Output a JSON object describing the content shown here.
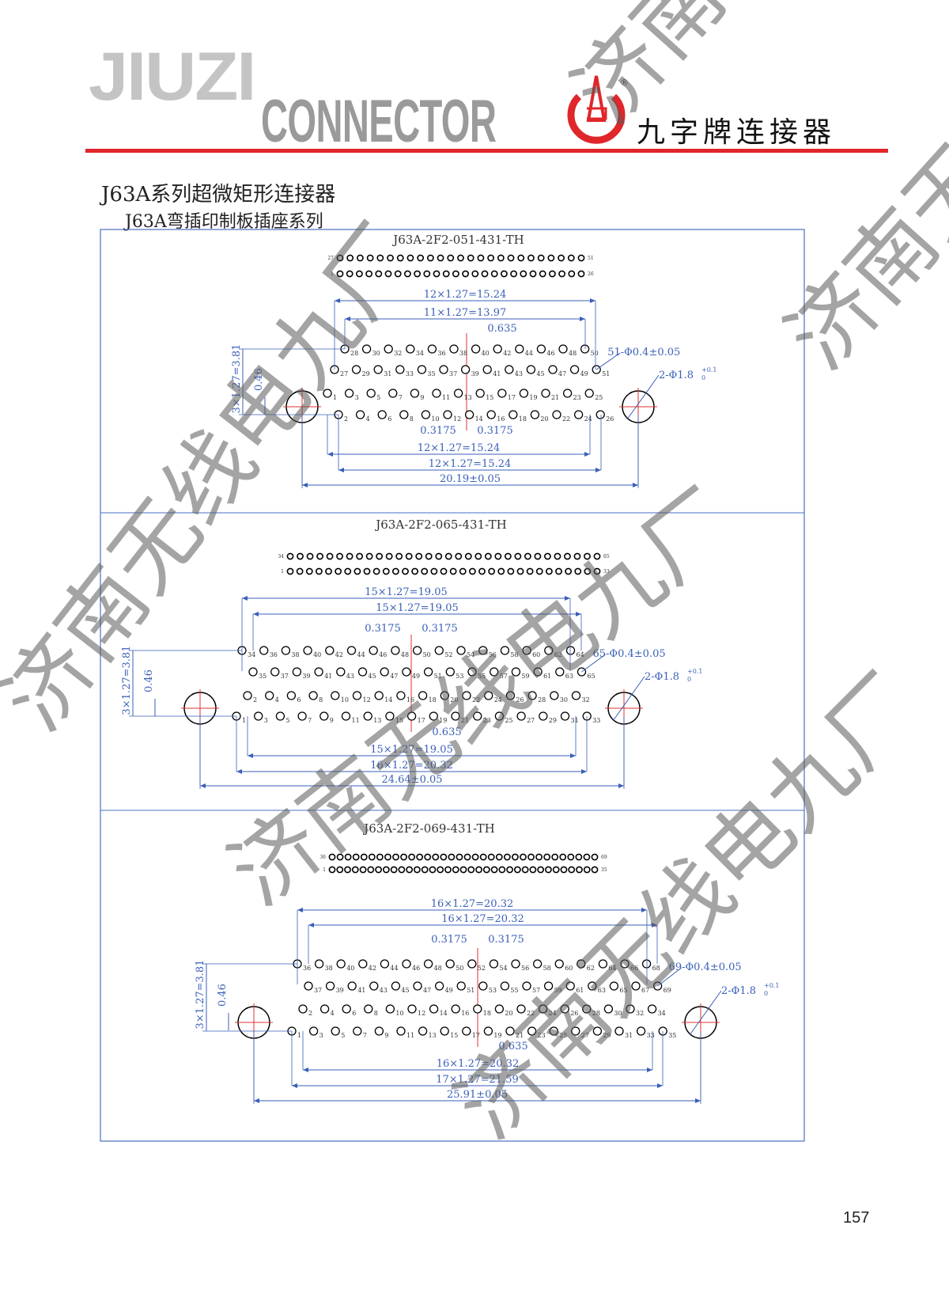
{
  "header": {
    "logo_en_1": "JIUZI",
    "logo_en_2": "CONNECTOR",
    "logo_cn": "九字牌连接器",
    "registered": "®"
  },
  "page": {
    "title": "J63A系列超微矩形连接器",
    "subtitle": "J63A弯插印制板插座系列",
    "page_number": "157",
    "watermark": "济南无线电九厂"
  },
  "colors": {
    "brand_red": "#e0262a",
    "dimension_blue": "#3a5fb8",
    "frame_blue": "#4a6fc0",
    "center_red": "#e03030"
  },
  "diagrams": [
    {
      "title": "J63A-2F2-051-431-TH",
      "strip_labels": [
        "27",
        "51",
        "1",
        "26"
      ],
      "strip_counts": [
        25,
        26
      ],
      "rows": [
        [
          "28",
          "30",
          "32",
          "34",
          "36",
          "38",
          "40",
          "42",
          "44",
          "46",
          "48",
          "50"
        ],
        [
          "27",
          "29",
          "31",
          "33",
          "35",
          "37",
          "39",
          "41",
          "43",
          "45",
          "47",
          "49",
          "51"
        ],
        [
          "1",
          "3",
          "5",
          "7",
          "9",
          "11",
          "13",
          "15",
          "17",
          "19",
          "21",
          "23",
          "25"
        ],
        [
          "2",
          "4",
          "6",
          "8",
          "10",
          "12",
          "14",
          "16",
          "18",
          "20",
          "22",
          "24",
          "26"
        ]
      ],
      "dims": {
        "top1": "12×1.27=15.24",
        "top2": "11×1.27=13.97",
        "center_offset": "0.635",
        "pin_hole": "51-Φ0.4±0.05",
        "mount_hole": "2-Φ1.8",
        "mount_tol": "+0.1",
        "mount_tol0": "0",
        "row_span": "3×1.27=3.81",
        "row_offset": "0.46",
        "half_left": "0.3175",
        "half_right": "0.3175",
        "bot1": "12×1.27=15.24",
        "bot2": "12×1.27=15.24",
        "overall": "20.19±0.05"
      }
    },
    {
      "title": "J63A-2F2-065-431-TH",
      "strip_labels": [
        "34",
        "65",
        "1",
        "33"
      ],
      "strip_counts": [
        32,
        33
      ],
      "rows": [
        [
          "34",
          "36",
          "38",
          "40",
          "42",
          "44",
          "46",
          "48",
          "50",
          "52",
          "54",
          "56",
          "58",
          "60",
          "62",
          "64"
        ],
        [
          "35",
          "37",
          "39",
          "41",
          "43",
          "45",
          "47",
          "49",
          "51",
          "53",
          "55",
          "57",
          "59",
          "61",
          "63",
          "65"
        ],
        [
          "2",
          "4",
          "6",
          "8",
          "10",
          "12",
          "14",
          "16",
          "18",
          "20",
          "22",
          "24",
          "26",
          "28",
          "30",
          "32"
        ],
        [
          "1",
          "3",
          "5",
          "7",
          "9",
          "11",
          "13",
          "15",
          "17",
          "19",
          "21",
          "23",
          "25",
          "27",
          "29",
          "31",
          "33"
        ]
      ],
      "dims": {
        "top1": "15×1.27=19.05",
        "top2": "15×1.27=19.05",
        "half_left": "0.3175",
        "half_right": "0.3175",
        "pin_hole": "65-Φ0.4±0.05",
        "mount_hole": "2-Φ1.8",
        "mount_tol": "+0.1",
        "mount_tol0": "0",
        "row_span": "3×1.27=3.81",
        "row_offset": "0.46",
        "center_offset": "0.635",
        "bot1": "15×1.27=19.05",
        "bot2": "16×1.27=20.32",
        "overall": "24.64±0.05"
      }
    },
    {
      "title": "J63A-2F2-069-431-TH",
      "strip_labels": [
        "36",
        "69",
        "1",
        "35"
      ],
      "strip_counts": [
        34,
        35
      ],
      "rows": [
        [
          "36",
          "38",
          "40",
          "42",
          "44",
          "46",
          "48",
          "50",
          "52",
          "54",
          "56",
          "58",
          "60",
          "62",
          "64",
          "66",
          "68"
        ],
        [
          "37",
          "39",
          "41",
          "43",
          "45",
          "47",
          "49",
          "51",
          "53",
          "55",
          "57",
          "59",
          "61",
          "63",
          "65",
          "67",
          "69"
        ],
        [
          "2",
          "4",
          "6",
          "8",
          "10",
          "12",
          "14",
          "16",
          "18",
          "20",
          "22",
          "24",
          "26",
          "28",
          "30",
          "32",
          "34"
        ],
        [
          "1",
          "3",
          "5",
          "7",
          "9",
          "11",
          "13",
          "15",
          "17",
          "19",
          "21",
          "23",
          "25",
          "27",
          "29",
          "31",
          "33",
          "35"
        ]
      ],
      "dims": {
        "top1": "16×1.27=20.32",
        "top2": "16×1.27=20.32",
        "half_left": "0.3175",
        "half_right": "0.3175",
        "pin_hole": "69-Φ0.4±0.05",
        "mount_hole": "2-Φ1.8",
        "mount_tol": "+0.1",
        "mount_tol0": "0",
        "row_span": "3×1.27=3.81",
        "row_offset": "0.46",
        "center_offset": "0.635",
        "bot1": "16×1.27=20.32",
        "bot2": "17×1.27=21.59",
        "overall": "25.91±0.05"
      }
    }
  ]
}
